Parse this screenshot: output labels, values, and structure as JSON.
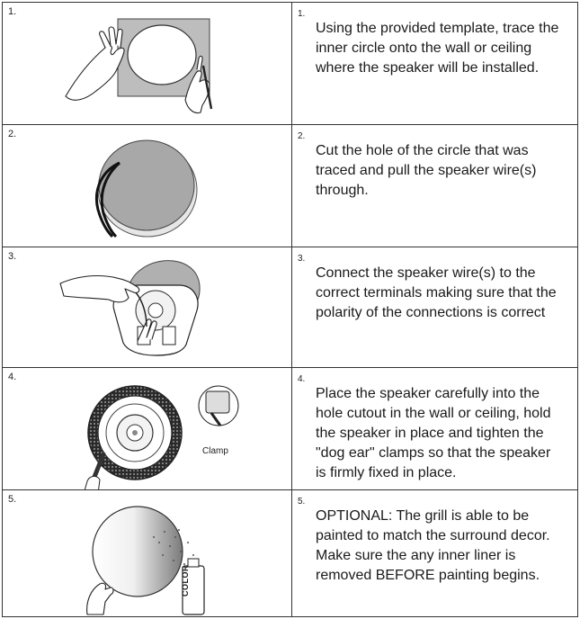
{
  "steps": [
    {
      "number": "1.",
      "text": "Using the provided template, trace the inner circle onto the wall or ceiling where the speaker will be installed.",
      "image_icon": "trace-template-icon"
    },
    {
      "number": "2.",
      "text": "Cut the hole of the circle that was traced and pull the speaker wire(s) through.",
      "image_icon": "cut-hole-icon"
    },
    {
      "number": "3.",
      "text": "Connect the speaker wire(s) to the correct terminals making sure that the polarity of the connections is correct",
      "image_icon": "connect-wires-icon"
    },
    {
      "number": "4.",
      "text": "Place the speaker carefully into the hole cutout in the wall or ceiling, hold the speaker in place and tighten the \"dog ear\" clamps so that the speaker is firmly fixed in place.",
      "image_icon": "tighten-clamps-icon",
      "image_label": "Clamp"
    },
    {
      "number": "5.",
      "text": "OPTIONAL: The grill is able to be painted to match the surround decor. Make sure the any inner liner is removed BEFORE painting begins.",
      "image_icon": "spray-paint-icon",
      "can_label": "COLOR"
    }
  ]
}
